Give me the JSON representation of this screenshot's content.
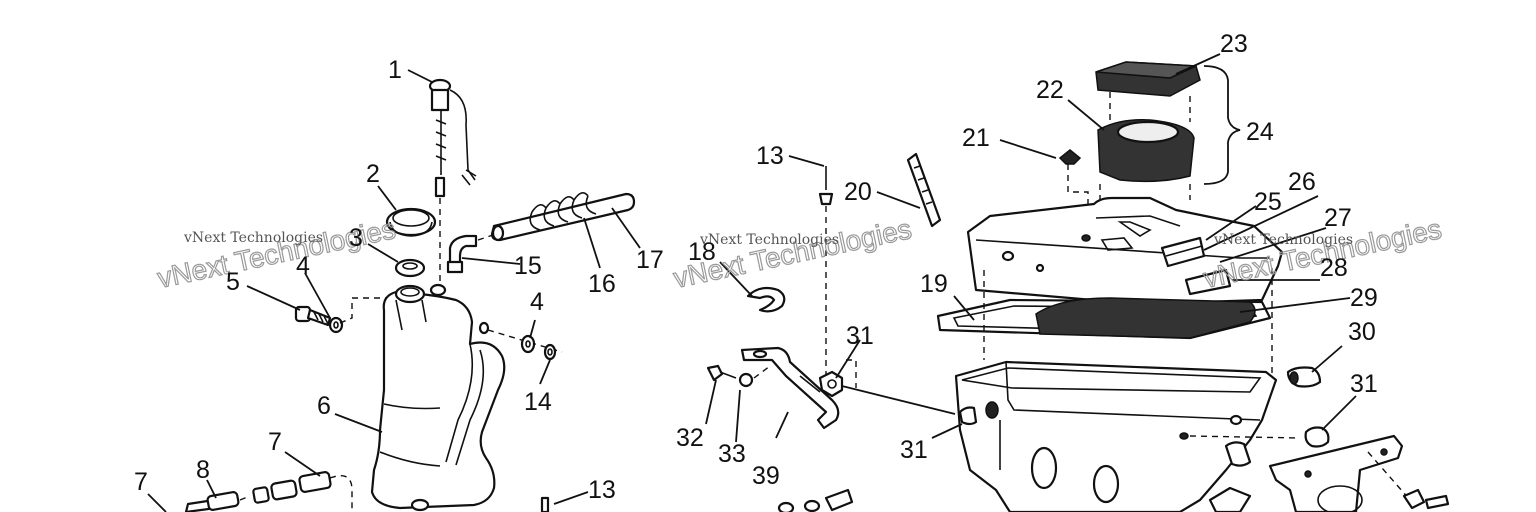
{
  "callouts": [
    {
      "label": "1"
    },
    {
      "label": "2"
    },
    {
      "label": "3"
    },
    {
      "label": "4"
    },
    {
      "label": "5"
    },
    {
      "label": "4"
    },
    {
      "label": "14"
    },
    {
      "label": "6"
    },
    {
      "label": "7"
    },
    {
      "label": "7"
    },
    {
      "label": "8"
    },
    {
      "label": "15"
    },
    {
      "label": "16"
    },
    {
      "label": "17"
    },
    {
      "label": "13"
    },
    {
      "label": "13"
    },
    {
      "label": "20"
    },
    {
      "label": "18"
    },
    {
      "label": "31"
    },
    {
      "label": "32"
    },
    {
      "label": "33"
    },
    {
      "label": "39"
    },
    {
      "label": "31"
    },
    {
      "label": "19"
    },
    {
      "label": "21"
    },
    {
      "label": "22"
    },
    {
      "label": "23"
    },
    {
      "label": "24"
    },
    {
      "label": "25"
    },
    {
      "label": "26"
    },
    {
      "label": "27"
    },
    {
      "label": "28"
    },
    {
      "label": "29"
    },
    {
      "label": "30"
    },
    {
      "label": "31"
    }
  ],
  "watermarks": [
    {
      "small": "vNext Technologies",
      "big": "vNext Technologies"
    },
    {
      "small": "vNext Technologies",
      "big": "vNext Technologies"
    },
    {
      "small": "vNext Technologies",
      "big": "vNext Technologies"
    }
  ]
}
